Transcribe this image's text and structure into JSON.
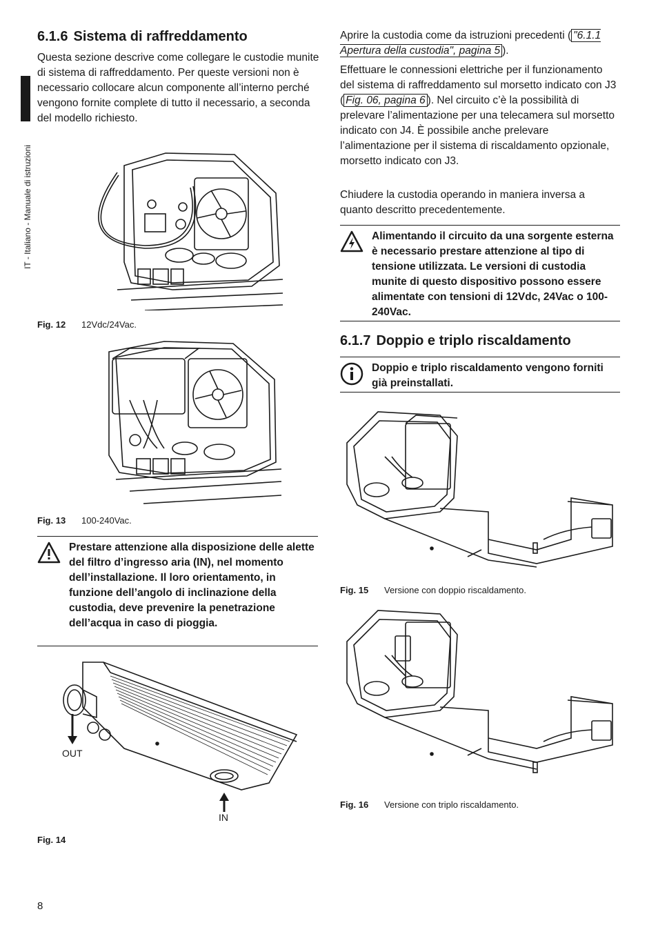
{
  "sidebar": {
    "label": "IT - Italiano - Manuale di istruzioni"
  },
  "page_number": "8",
  "left": {
    "heading_num": "6.1.6",
    "heading_title": "Sistema di raffreddamento",
    "intro": "Questa sezione descrive come collegare le custodie munite di sistema di raffreddamento. Per queste versioni non è necessario collocare alcun componente all’interno perché vengono fornite complete di tutto il necessario, a seconda del modello richiesto.",
    "fig12": {
      "label": "Fig. 12",
      "text": "12Vdc/24Vac."
    },
    "fig13": {
      "label": "Fig. 13",
      "text": "100-240Vac."
    },
    "warning": "Prestare attenzione alla disposizione delle alette del filtro d’ingresso aria (IN), nel momento dell’installazione. Il loro orientamento, in funzione dell’angolo di inclinazione della custodia, deve prevenire la penetrazione dell’acqua in caso di pioggia.",
    "fig14": {
      "label": "Fig. 14",
      "out_label": "OUT",
      "in_label": "IN"
    }
  },
  "right": {
    "p1_before": "Aprire la custodia come da istruzioni precedenti (",
    "p1_link": "\"6.1.1 Apertura della custodia\", pagina 5",
    "p1_after": ").",
    "p2_before": "Effettuare le connessioni elettriche per il funzionamento del sistema di raffreddamento sul morsetto indicato con J3 (",
    "p2_link": "Fig. 06, pagina 6",
    "p2_after": "). Nel circuito c’è la possibilità di prelevare l’alimentazione per una telecamera sul morsetto indicato con J4. È possibile anche prelevare l’alimentazione per il sistema di riscaldamento opzionale, morsetto indicato con J3.",
    "p3": "Chiudere la custodia operando in maniera inversa a quanto descritto precedentemente.",
    "warning": "Alimentando il circuito da una sorgente esterna è necessario prestare attenzione al tipo di tensione utilizzata. Le versioni di custodia munite di questo dispositivo possono essere alimentate con tensioni di 12Vdc, 24Vac o 100-240Vac.",
    "heading_num": "6.1.7",
    "heading_title": "Doppio e triplo riscaldamento",
    "info": "Doppio e triplo riscaldamento vengono forniti già preinstallati.",
    "fig15": {
      "label": "Fig. 15",
      "text": "Versione con doppio riscaldamento."
    },
    "fig16": {
      "label": "Fig. 16",
      "text": "Versione con triplo riscaldamento."
    }
  }
}
